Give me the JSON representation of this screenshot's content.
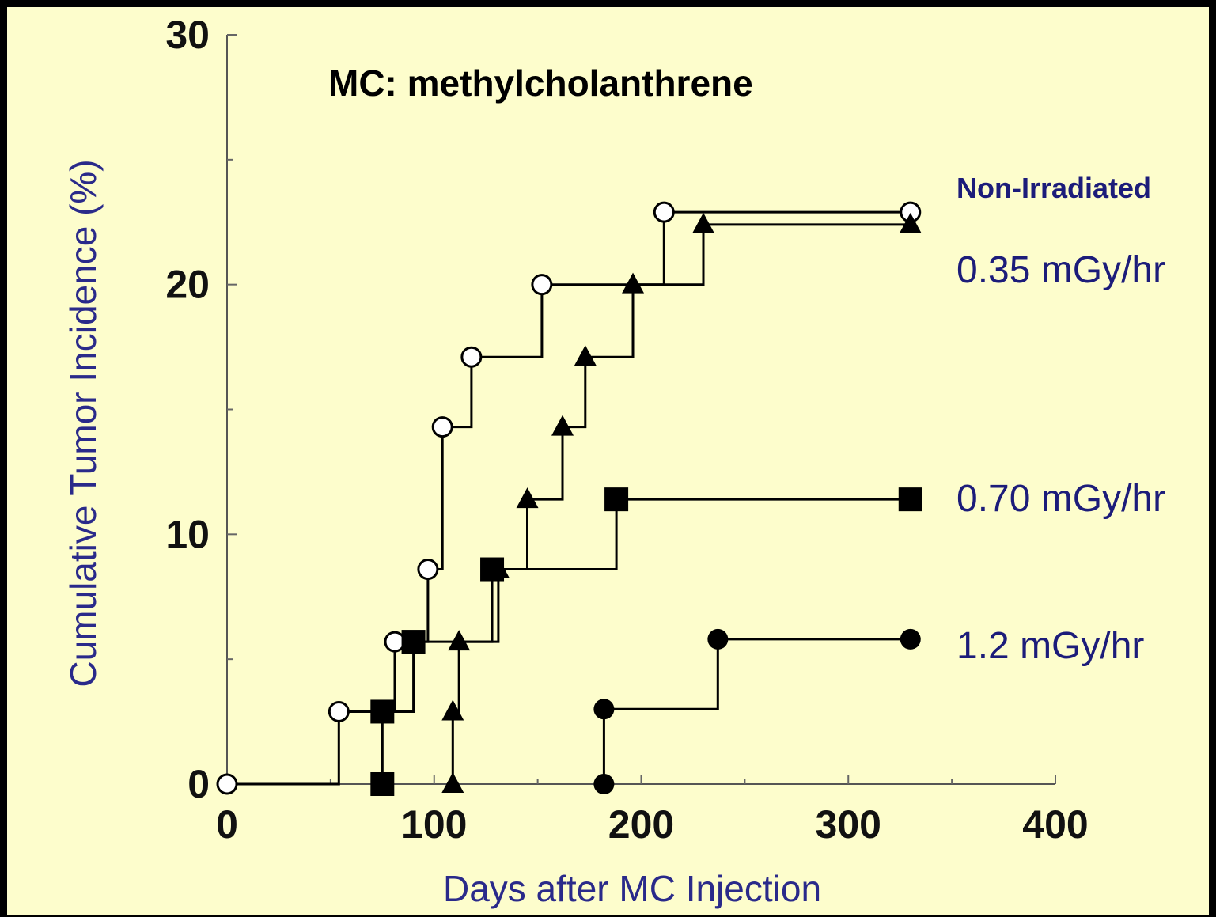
{
  "chart_data": {
    "type": "line",
    "step": true,
    "annotation": "MC: methylcholanthrene",
    "xlabel": "Days after MC Injection",
    "ylabel": "Cumulative Tumor Incidence (%)",
    "xlim": [
      0,
      400
    ],
    "ylim": [
      0,
      30
    ],
    "x_ticks": [
      0,
      100,
      200,
      300,
      400
    ],
    "y_ticks": [
      0,
      10,
      20,
      30
    ],
    "x_tick_labels": [
      "0",
      "100",
      "200",
      "300",
      "400"
    ],
    "y_tick_labels": [
      "0",
      "10",
      "20",
      "30"
    ],
    "grid": false,
    "legend_position": "right",
    "series": [
      {
        "name": "Non-Irradiated",
        "marker": "open-circle",
        "color": "#000000",
        "points": [
          [
            0,
            0
          ],
          [
            54,
            0
          ],
          [
            54,
            2.9
          ],
          [
            81,
            2.9
          ],
          [
            81,
            5.7
          ],
          [
            97,
            5.7
          ],
          [
            97,
            8.6
          ],
          [
            104,
            8.6
          ],
          [
            104,
            14.3
          ],
          [
            118,
            14.3
          ],
          [
            118,
            17.1
          ],
          [
            152,
            17.1
          ],
          [
            152,
            20.0
          ],
          [
            211,
            20.0
          ],
          [
            211,
            22.9
          ],
          [
            330,
            22.9
          ]
        ]
      },
      {
        "name": "0.35 mGy/hr",
        "marker": "filled-triangle",
        "color": "#000000",
        "points": [
          [
            109,
            0
          ],
          [
            109,
            2.9
          ],
          [
            112,
            2.9
          ],
          [
            112,
            5.7
          ],
          [
            131,
            5.7
          ],
          [
            131,
            8.6
          ],
          [
            145,
            8.6
          ],
          [
            145,
            11.4
          ],
          [
            162,
            11.4
          ],
          [
            162,
            14.3
          ],
          [
            173,
            14.3
          ],
          [
            173,
            17.1
          ],
          [
            196,
            17.1
          ],
          [
            196,
            20.0
          ],
          [
            230,
            20.0
          ],
          [
            230,
            22.4
          ],
          [
            330,
            22.4
          ]
        ]
      },
      {
        "name": "0.70 mGy/hr",
        "marker": "filled-square",
        "color": "#000000",
        "points": [
          [
            75,
            0
          ],
          [
            75,
            2.9
          ],
          [
            90,
            2.9
          ],
          [
            90,
            5.7
          ],
          [
            128,
            5.7
          ],
          [
            128,
            8.6
          ],
          [
            188,
            8.6
          ],
          [
            188,
            11.4
          ],
          [
            330,
            11.4
          ]
        ]
      },
      {
        "name": "1.2 mGy/hr",
        "marker": "filled-circle",
        "color": "#000000",
        "points": [
          [
            182,
            0
          ],
          [
            182,
            3.0
          ],
          [
            237,
            3.0
          ],
          [
            237,
            5.8
          ],
          [
            330,
            5.8
          ]
        ]
      }
    ]
  }
}
